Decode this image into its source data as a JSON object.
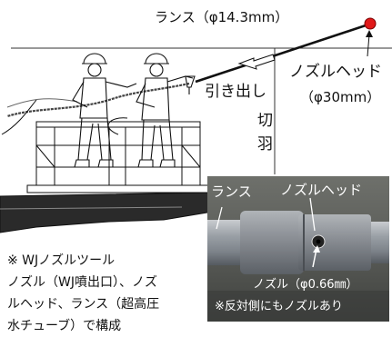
{
  "labels": {
    "lance": "ランス（φ14.3mm）",
    "nozzle_head": "ノズルヘッド",
    "nozzle_head_dia": "（φ30mm）",
    "withdraw": "引き出し",
    "cutting_face": [
      "切",
      "羽"
    ]
  },
  "photo": {
    "lance_label": "ランス",
    "nozzle_head_label": "ノズルヘッド",
    "nozzle_label": "ノズル（φ0.66㎜）",
    "opposite_note": "※反対側にもノズルあり"
  },
  "note": {
    "line1": "※ WJノズルツール",
    "line2": "ノズル（WJ噴出口）、ノズ",
    "line3": "ルヘッド、ランス（超高圧",
    "line4": "水チューブ）で構成"
  },
  "colors": {
    "nozzle_dot": "#e01818",
    "photo_bg": "#5b5e5a"
  }
}
